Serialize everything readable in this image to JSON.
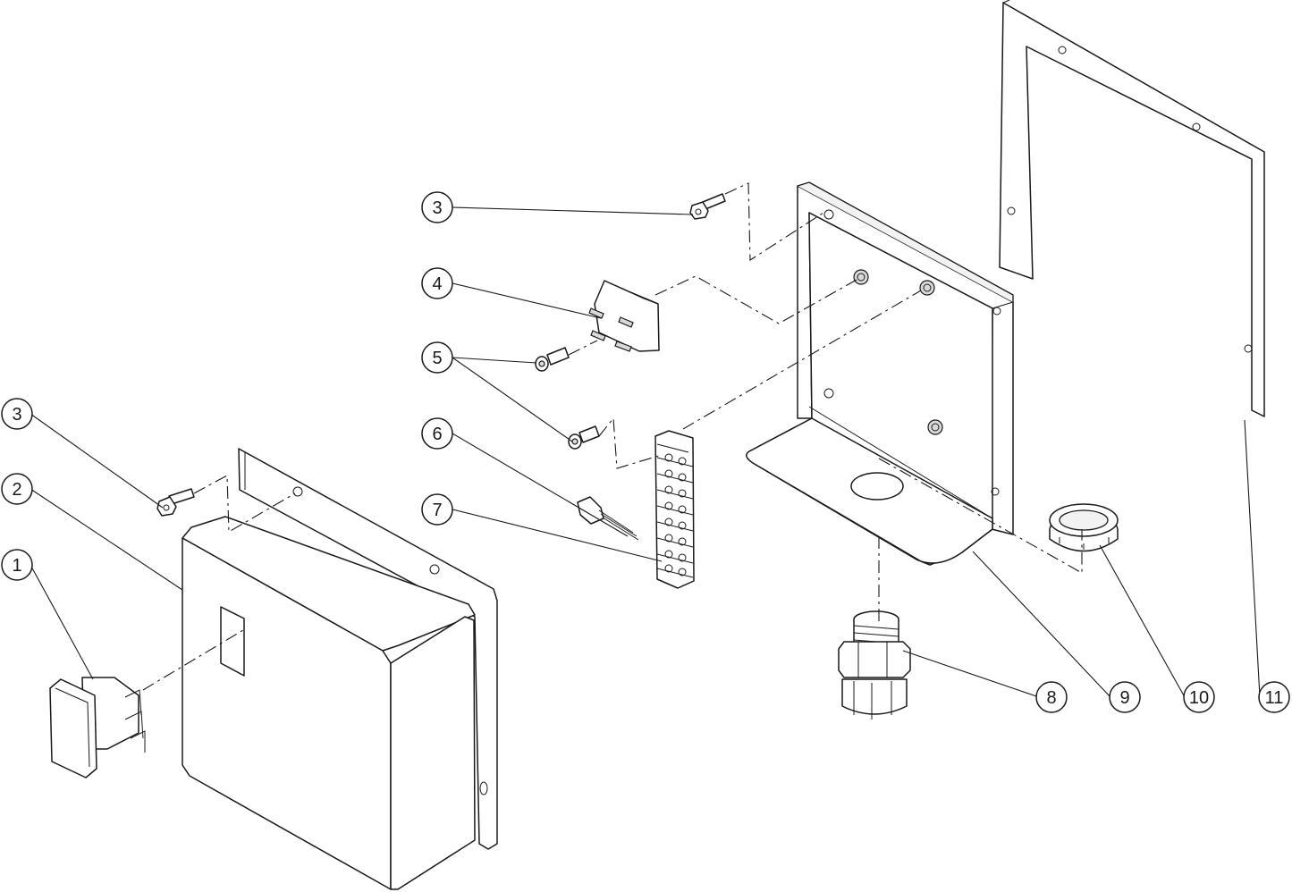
{
  "balloons": [
    {
      "id": "balloon-3-upper",
      "label": "3"
    },
    {
      "id": "balloon-4",
      "label": "4"
    },
    {
      "id": "balloon-5",
      "label": "5"
    },
    {
      "id": "balloon-6",
      "label": "6"
    },
    {
      "id": "balloon-7",
      "label": "7"
    },
    {
      "id": "balloon-3-left",
      "label": "3"
    },
    {
      "id": "balloon-2",
      "label": "2"
    },
    {
      "id": "balloon-1",
      "label": "1"
    },
    {
      "id": "balloon-8",
      "label": "8"
    },
    {
      "id": "balloon-9",
      "label": "9"
    },
    {
      "id": "balloon-10",
      "label": "10"
    },
    {
      "id": "balloon-11",
      "label": "11"
    }
  ]
}
